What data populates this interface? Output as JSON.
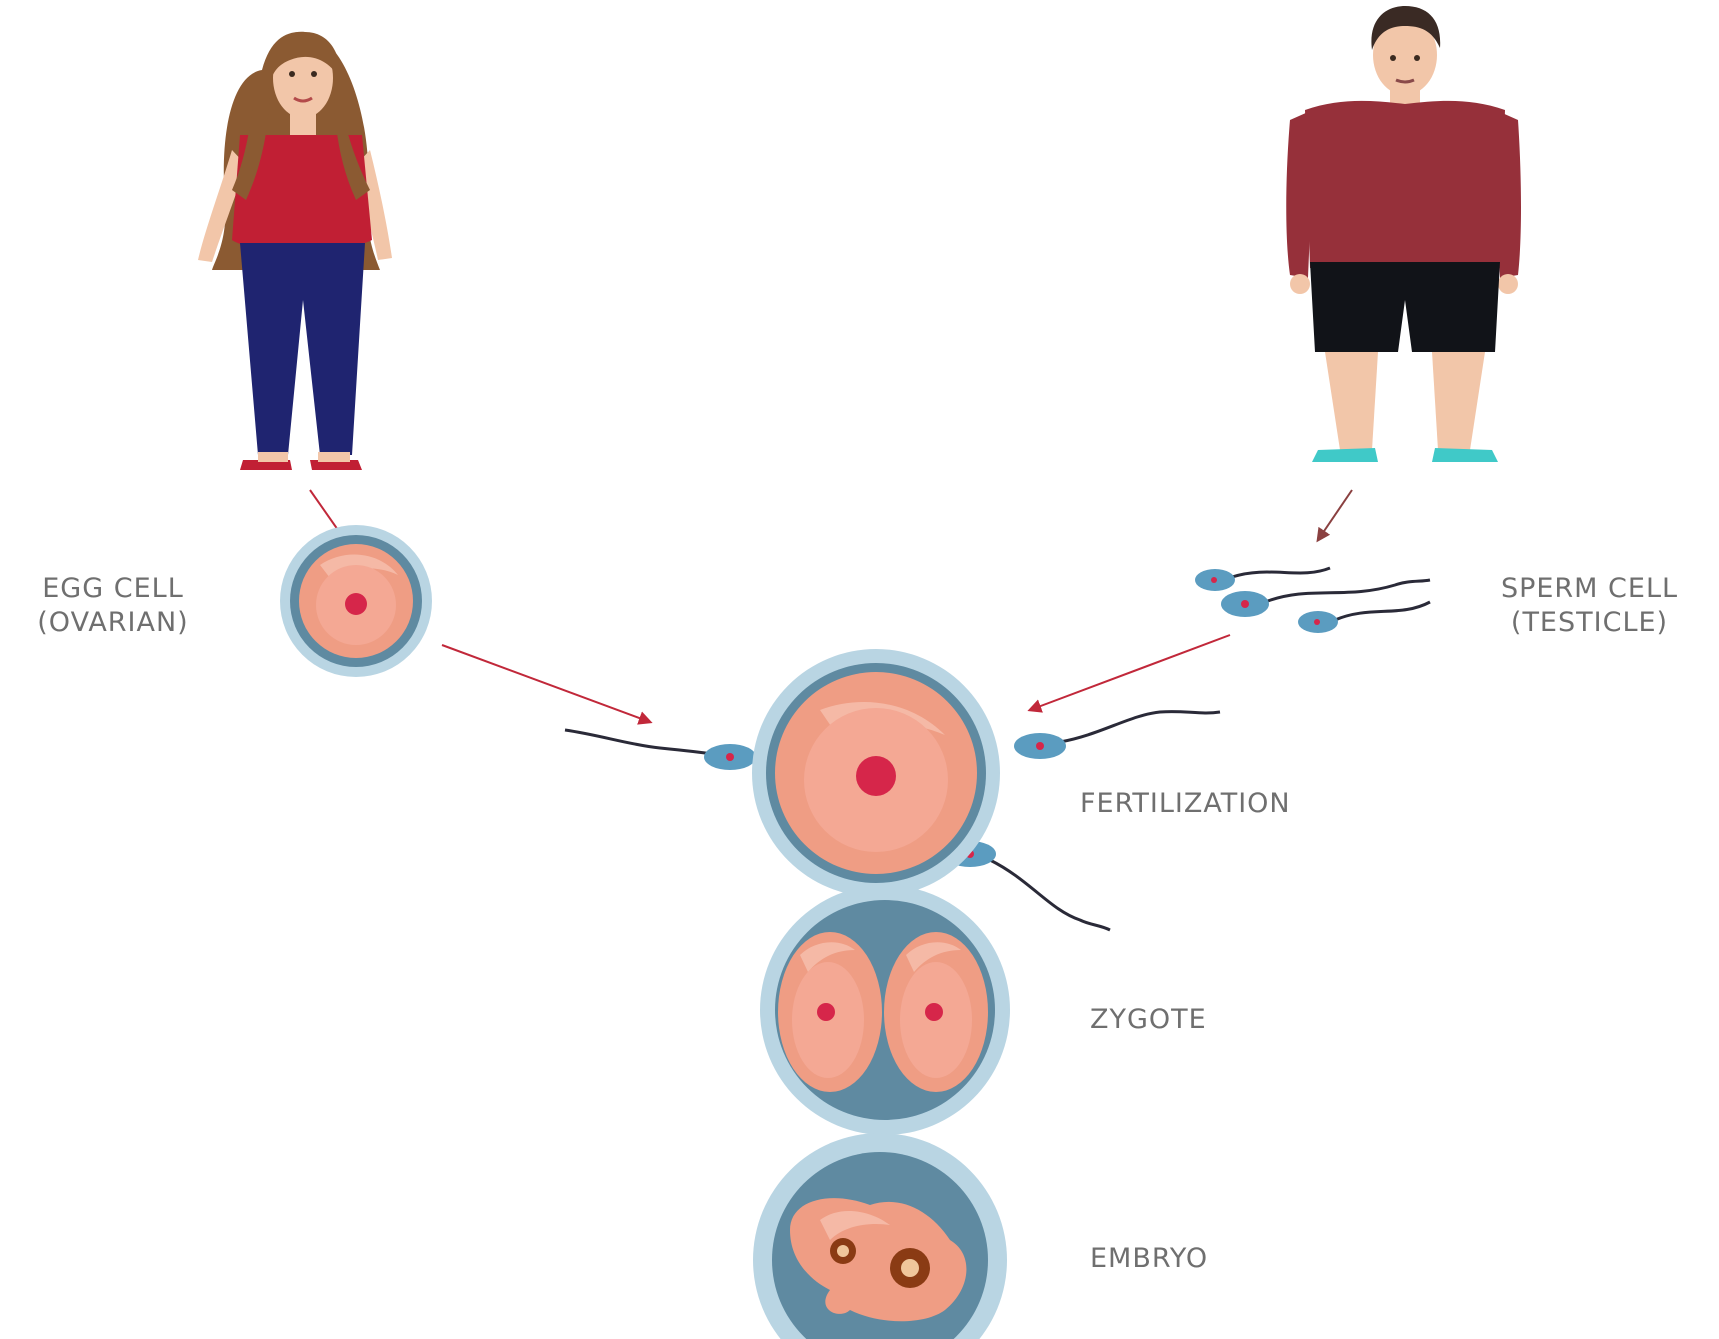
{
  "labels": {
    "egg_line1": "EGG CELL",
    "egg_line2": "(OVARIAN)",
    "sperm_line1": "SPERM CELL",
    "sperm_line2": "(TESTICLE)",
    "fertilization": "FERTILIZATION",
    "zygote": "ZYGOTE",
    "embryo": "EMBRYO"
  },
  "colors": {
    "arrow": "#c1283a",
    "zona_outer": "#9fc3d6",
    "zona_inner": "#5f8aa1",
    "cytoplasm": "#ef9d84",
    "cytoplasm_light": "#f5b9a6",
    "nucleus": "#d6264a",
    "sperm_head": "#5b9cc0",
    "woman_top": "#c11f34",
    "woman_pants": "#1f2470",
    "man_sweater": "#96303a",
    "man_shorts": "#111318",
    "man_shoes": "#40c9c8"
  }
}
